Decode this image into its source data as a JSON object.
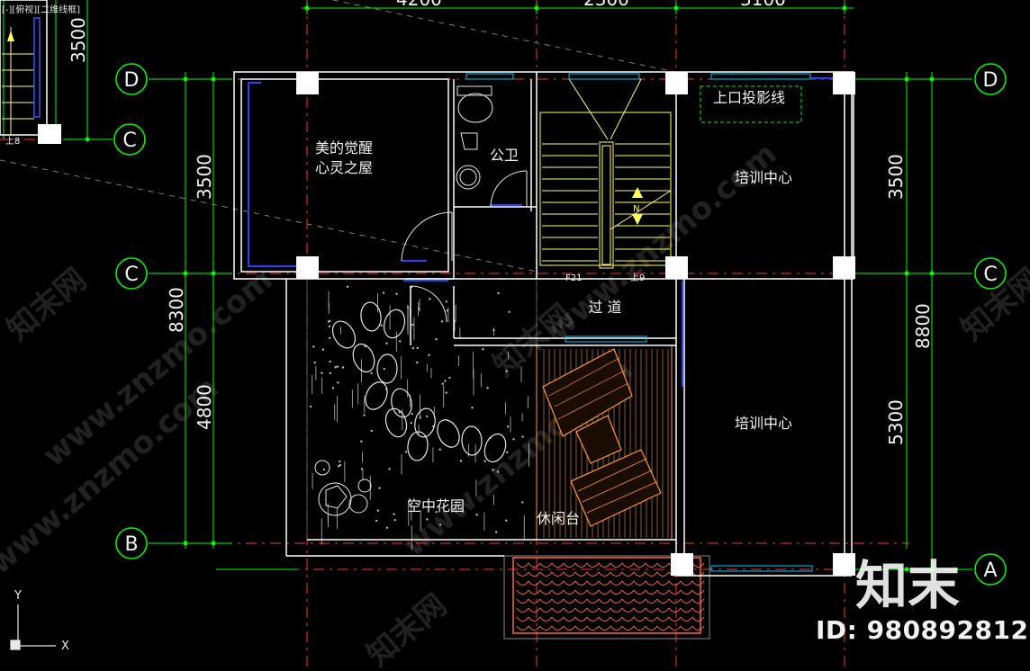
{
  "viewport_label": "[-][俯视][二维线框]",
  "dimensions": {
    "top": [
      "4200",
      "2300",
      "3100"
    ],
    "left_upper": "3500",
    "left_lower": "4800",
    "left_total": "8300",
    "right_upper": "3500",
    "right_lower": "5300",
    "right_total": "8800",
    "inset": "3500"
  },
  "axes": {
    "d_left": "D",
    "d_right": "D",
    "c_left": "C",
    "c_right": "C",
    "c_inset": "C",
    "b_left": "B",
    "a_right": "A"
  },
  "rooms": {
    "meditation_line1": "美的觉醒",
    "meditation_line2": "心灵之屋",
    "public_wc": "公卫",
    "projection": "上口投影线",
    "training_upper": "培训中心",
    "training_lower": "培训中心",
    "corridor": "过 道",
    "sky_garden": "空中花园",
    "leisure_deck": "休闲台"
  },
  "stair_labels": {
    "down": "F21",
    "up": "上9",
    "inset": "上8",
    "north": "N"
  },
  "ucs": {
    "x": "X",
    "y": "Y"
  },
  "watermark": {
    "logo": "知末",
    "url": "www.znzmo.com",
    "brand": "知末网",
    "id": "ID: 980892812"
  },
  "colors": {
    "background": "#000000",
    "dimension": "#00ff00",
    "axis_line": "#ff3333",
    "wall": "#ffffff",
    "stair": "#ffff66",
    "window": "#00ccff",
    "deck": "#ff9933",
    "roof_tile": "#ff6644"
  }
}
